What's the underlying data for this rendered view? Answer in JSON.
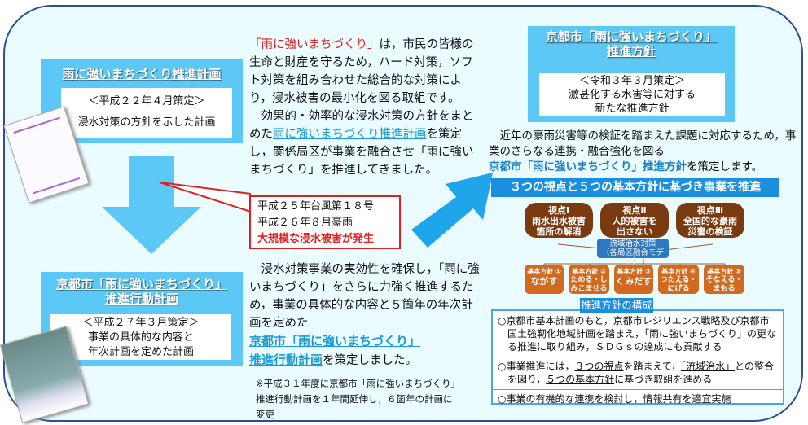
{
  "left_top": {
    "title": "雨に強いまちづくり推進計画",
    "date": "＜平成２２年４月策定＞",
    "desc": "浸水対策の方針を示した計画"
  },
  "left_bottom": {
    "title1": "京都市「雨に強いまちづくり」",
    "title2": "推進行動計画",
    "date": "＜平成２７年３月策定＞",
    "desc1": "事業の具体的な内容と",
    "desc2": "年次計画を定めた計画"
  },
  "middle": {
    "p1_red": "「雨に強いまちづくり」",
    "p1_a": "は，市民の皆様の生命と財産を守るため，ハード対策，ソフト対策を組み合わせた総合的な対策により，浸水被害の最小化を図る取組です。",
    "p1_b": "　効果的・効率的な浸水対策の方針をまとめた",
    "p1_link": "雨に強いまちづくり推進計画",
    "p1_c": "を策定し，関係局区が事業を融合させ「雨に強いまちづくり」を推進してきました。",
    "callout": {
      "line1": "平成２５年台風第１８号",
      "line2": "平成２６年８月豪雨",
      "line3": "大規模な浸水被害が発生"
    },
    "p2_a": "　浸水対策事業の実効性を確保し，「雨に強いまちづくり」をさらに力強く推進するため，事業の具体的な内容と５箇年の年次計画を定めた",
    "p2_link1": "京都市「雨に強いまちづくり」",
    "p2_link2": "推進行動計画",
    "p2_b": "を策定しました。",
    "note": "※平成３１年度に京都市「雨に強いまちづくり」推進行動計画を１年間延伸し，６箇年の計画に変更"
  },
  "right_top": {
    "title1": "京都市「雨に強いまちづくり」",
    "title2": "推進方針",
    "date": "＜令和３年３月策定＞",
    "desc1": "激甚化する水害等に対する",
    "desc2": "新たな推進方針"
  },
  "right_para": {
    "text": "　近年の豪雨災害等の検証を踏まえた課題に対応するため，事業のさらなる連携・融合強化を図る",
    "link": "京都市「雨に強いまちづくり」推進方針",
    "tail": "を策定します。"
  },
  "banner": "３つの視点と５つの基本方針に基づき事業を推進",
  "viewpoints": [
    {
      "label": "視点Ⅰ",
      "text": "雨水出水被害箇所の解消"
    },
    {
      "label": "視点Ⅱ",
      "text": "人的被害を出さない"
    },
    {
      "label": "視点Ⅲ",
      "text": "全国的な豪雨災害の検証"
    }
  ],
  "center_node": {
    "line1": "流域治水対策",
    "line2": "（各局区融合モデル）"
  },
  "policies": [
    {
      "label": "基本方針 ①",
      "text": "ながす"
    },
    {
      "label": "基本方針 ②",
      "text": "ためる・しみこませる"
    },
    {
      "label": "基本方針 ③",
      "text": "くみだす"
    },
    {
      "label": "基本方針 ④",
      "text": "つたえる・にげる"
    },
    {
      "label": "基本方針 ⑤",
      "text": "そなえる・まもる"
    }
  ],
  "structure": {
    "title": "推進方針の構成",
    "item1": "○京都市基本計画のもと，京都市レジリエンス戦略及び京都市国土強靭化地域計画を踏まえ，「雨に強いまちづくり」の更なる推進に取り組み，ＳＤＧｓの達成にも貢献する",
    "item2_a": "○事業推進には，",
    "item2_u1": "３つの視点",
    "item2_b": "を踏まえて，",
    "item2_u2": "「流域治水」",
    "item2_c": "との整合を図り，",
    "item2_u3": "５つの基本方針",
    "item2_d": "に基づき取組を進める",
    "item3": "○事業の有機的な連携を検討し，情報共有を適宜実施"
  },
  "colors": {
    "cyan": "#5bc8f5",
    "brown": "#7a3a10",
    "orange": "#d2691e",
    "banner": "#1a8fe0",
    "red": "#e02020"
  }
}
